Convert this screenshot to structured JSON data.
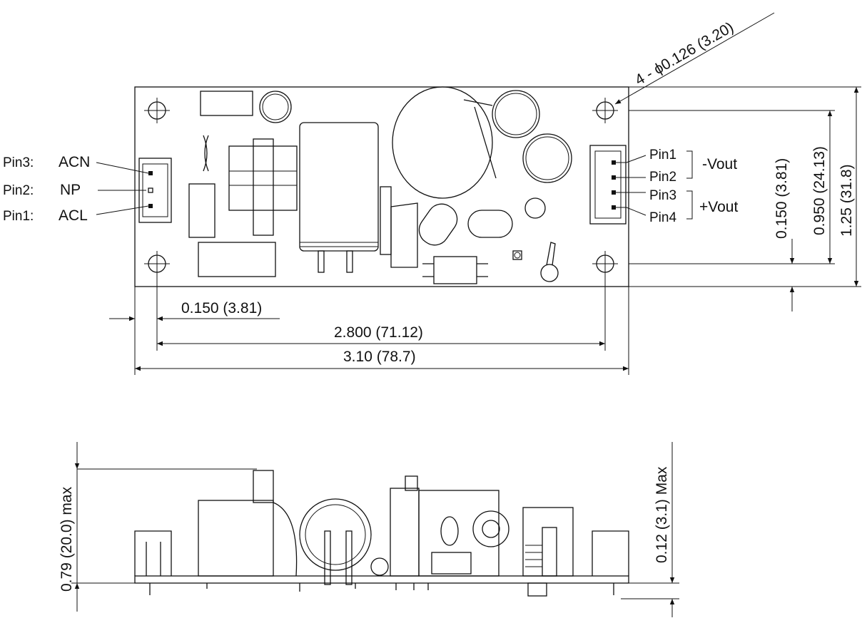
{
  "hole_callout": "4 - ϕ0.126 (3.20)",
  "input_connector": [
    {
      "pin": "Pin3:",
      "signal": "ACN"
    },
    {
      "pin": "Pin2:",
      "signal": "NP"
    },
    {
      "pin": "Pin1:",
      "signal": "ACL"
    }
  ],
  "output_connector": {
    "pins": [
      "Pin1",
      "Pin2",
      "Pin3",
      "Pin4"
    ],
    "groups": [
      "-Vout",
      "+Vout"
    ]
  },
  "top_view_dimensions": {
    "hole_offset_v": "0.150 (3.81)",
    "hole_spacing_v": "0.950 (24.13)",
    "board_height": "1.25 (31.8)",
    "hole_offset_h": "0.150 (3.81)",
    "hole_spacing_h": "2.800 (71.12)",
    "board_length": "3.10 (78.7)"
  },
  "side_view_dimensions": {
    "max_height": "0.79 (20.0) max",
    "pin_protrusion": "0.12 (3.1) Max"
  }
}
